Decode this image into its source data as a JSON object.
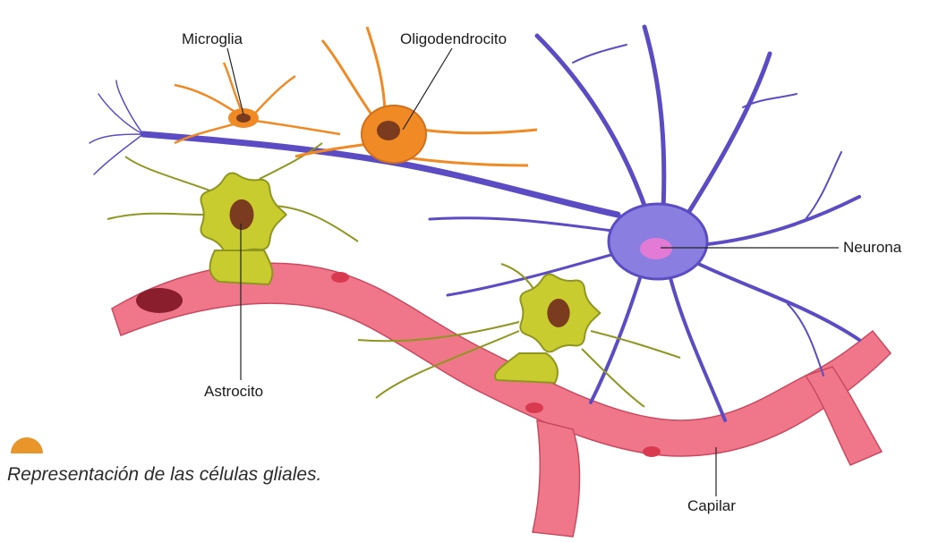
{
  "labels": {
    "microglia": "Microglia",
    "oligodendrocito": "Oligodendrocito",
    "neurona": "Neurona",
    "astrocito": "Astrocito",
    "capilar": "Capilar"
  },
  "caption": "Representación de las células gliales.",
  "colors": {
    "accent": "#e8952a",
    "neuron": "#5b4cc4",
    "neuron_light": "#8a7ee0",
    "nucleus": "#e27ad6",
    "capillary": "#f0768a",
    "capillary_light": "#f9b3bd",
    "astrocyte": "#c9cc2e",
    "astrocyte_dark": "#8f9620",
    "glia_orange": "#f08a24",
    "cell_nucleus": "#7a3b1e"
  }
}
